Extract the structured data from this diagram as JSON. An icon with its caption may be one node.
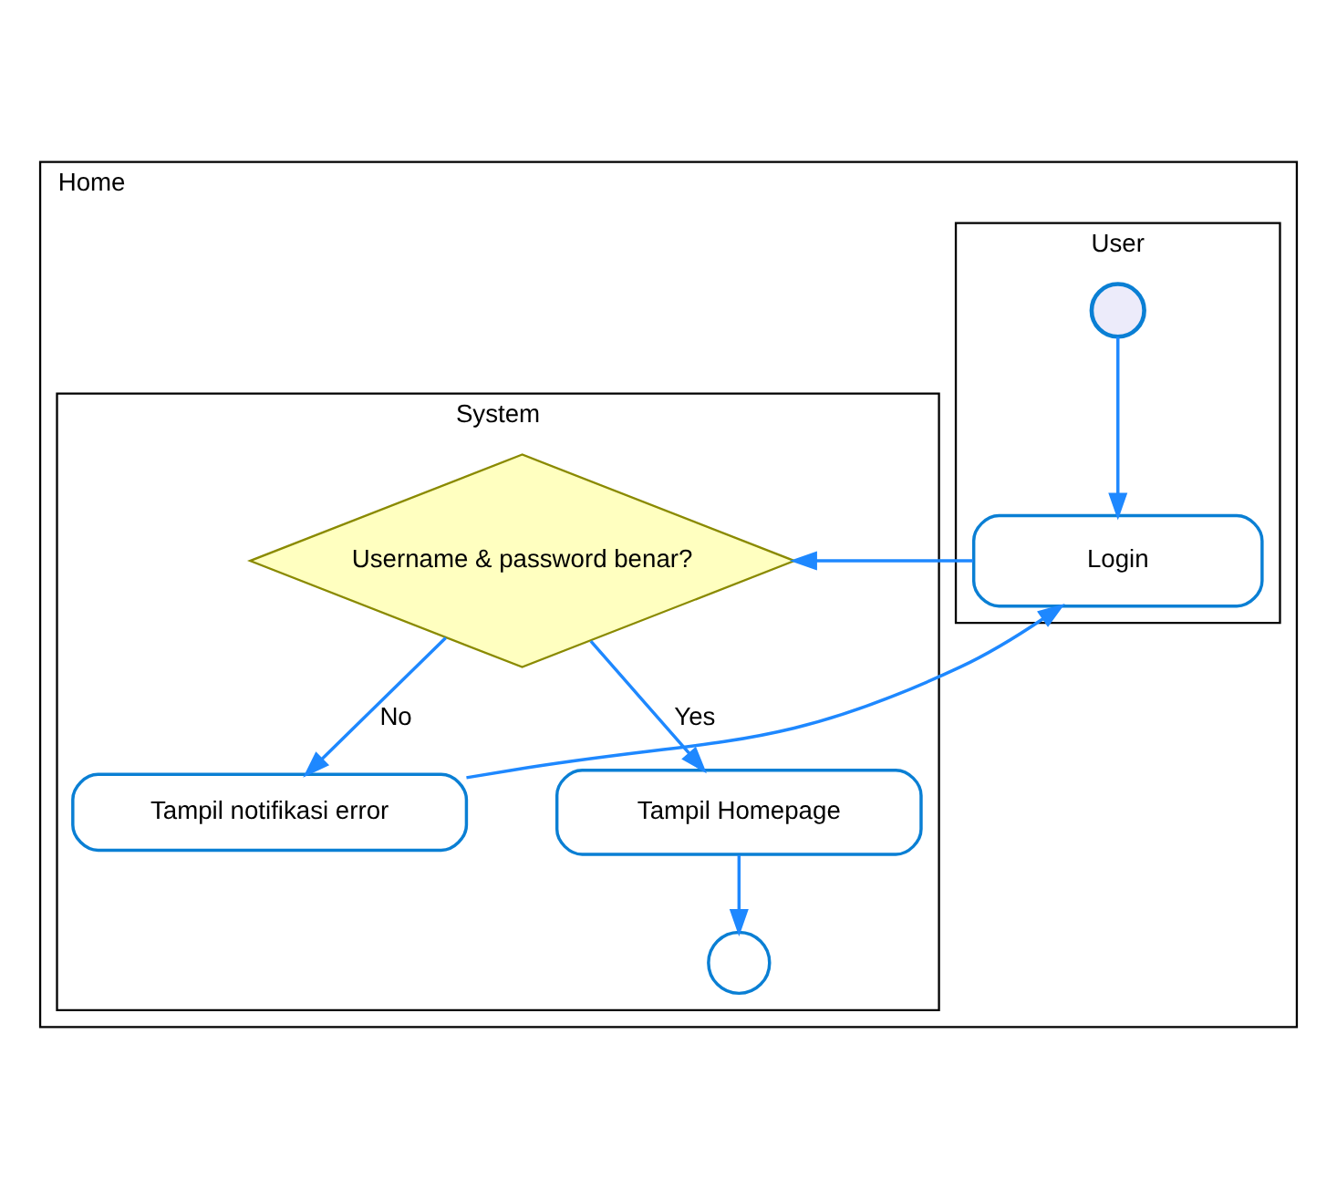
{
  "diagram": {
    "nodes": [
      {
        "text": [
          "Home"
        ]
      },
      {
        "text": [
          "User"
        ],
        "in": 0
      },
      {
        "text": [
          "System"
        ],
        "in": 0
      },
      {
        "text": [],
        "shape": "circle",
        "in": 1
      },
      {
        "text": [
          "Login"
        ],
        "in": 1
      },
      {
        "text": [
          "Username & password benar?"
        ],
        "in": 2
      },
      {
        "text": [
          "Tampil notifikasi error"
        ],
        "in": 2
      },
      {
        "text": [
          "Tampil Homepage"
        ],
        "in": 2
      },
      {
        "text": [],
        "shape": "circle",
        "in": 2
      }
    ],
    "edges": [
      {
        "from": 3,
        "to": 4,
        "arrow": "to"
      },
      {
        "from": 4,
        "to": 5,
        "arrow": "to"
      },
      {
        "from": 5,
        "to": 6,
        "arrow": "to",
        "label": "No"
      },
      {
        "from": 5,
        "to": 7,
        "arrow": "to",
        "label": "Yes"
      },
      {
        "from": 6,
        "to": 4,
        "arrow": "to"
      },
      {
        "from": 7,
        "to": 8,
        "arrow": "to"
      }
    ]
  }
}
